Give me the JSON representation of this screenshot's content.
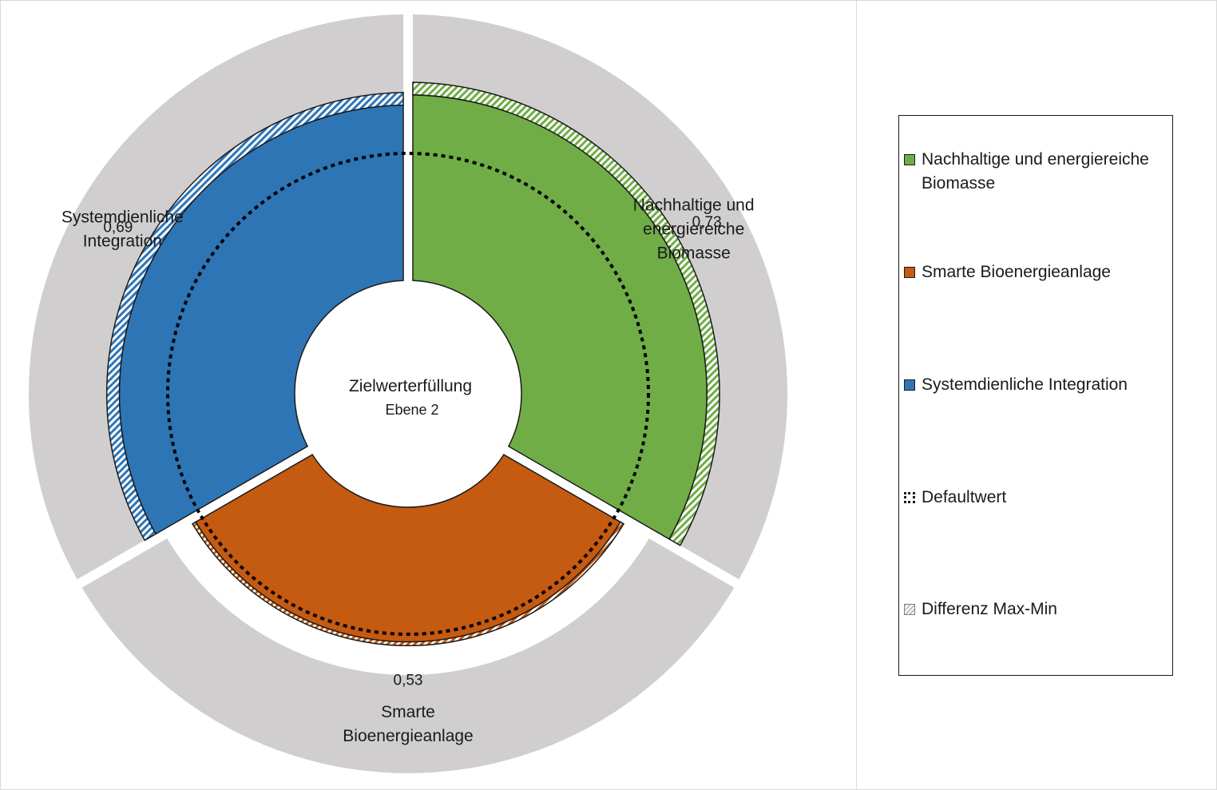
{
  "chart_data": {
    "type": "radial-bar",
    "center_title": "Zielwerterfüllung",
    "center_subtitle": "Ebene 2",
    "range": [
      0,
      1
    ],
    "categories": [
      {
        "key": "biomasse",
        "label": [
          "Nachhaltige und",
          "energiereiche",
          "Biomasse"
        ],
        "legend": "Nachhaltige und energiereiche Biomasse",
        "value": 0.73,
        "value_label": "0,73",
        "max": 0.78,
        "default": 0.5,
        "color": "#70ad47"
      },
      {
        "key": "anlage",
        "label": [
          "Smarte",
          "Bioenergieanlage"
        ],
        "legend": "Smarte Bioenergieanlage",
        "value": 0.53,
        "value_label": "0,53",
        "max": 0.545,
        "default": 0.5,
        "color": "#c55a11"
      },
      {
        "key": "integration",
        "label": [
          "Systemdienliche",
          "Integration"
        ],
        "legend": "Systemdienliche Integration",
        "value": 0.69,
        "value_label": "0,69",
        "max": 0.74,
        "default": 0.5,
        "color": "#2e75b6"
      }
    ],
    "legend": [
      {
        "label": "Nachhaltige und energiereiche Biomasse",
        "color": "#70ad47",
        "kind": "fill"
      },
      {
        "label": "Smarte Bioenergieanlage",
        "color": "#c55a11",
        "kind": "fill"
      },
      {
        "label": "Systemdienliche Integration",
        "color": "#2e75b6",
        "kind": "fill"
      },
      {
        "label": "Defaultwert",
        "color": "#000000",
        "kind": "dashed"
      },
      {
        "label": "Differenz Max-Min",
        "color": "#bfbfbf",
        "kind": "hatch"
      }
    ],
    "outer_ring_color": "#d0cece"
  }
}
